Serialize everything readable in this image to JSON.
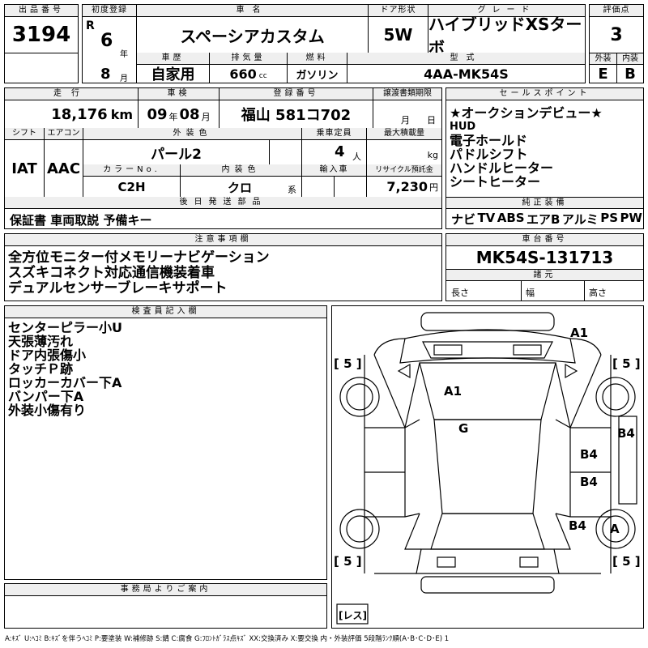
{
  "header": {
    "lot_label": "出品番号",
    "lot_no": "3194",
    "reg_label": "初度登録",
    "era": "R",
    "reg_year": "6",
    "year_unit": "年",
    "reg_month": "8",
    "month_unit": "月",
    "name_label": "車名",
    "name": "スペーシアカスタム",
    "door_label": "ドア形状",
    "door": "5W",
    "grade_label": "グレード",
    "grade": "ハイブリッドXSターボ",
    "score_label": "評価点",
    "score": "3",
    "hist_label": "車歴",
    "hist": "自家用",
    "disp_label": "排気量",
    "disp": "660",
    "disp_unit": "cc",
    "fuel_label": "燃料",
    "fuel": "ガソリン",
    "model_label": "型式",
    "model": "4AA-MK54S",
    "ext_label": "外装",
    "ext": "E",
    "int_label": "内装",
    "int": "B"
  },
  "row2": {
    "km_label": "走行",
    "km": "18,176",
    "km_unit": "km",
    "insp_label": "車検",
    "insp_y": "09",
    "insp_y_unit": "年",
    "insp_m": "08",
    "insp_m_unit": "月",
    "plate_label": "登録番号",
    "plate": "福山 581コ702",
    "transfer_label": "譲渡書類期限",
    "transfer_m": "月",
    "transfer_d": "日",
    "shift_label": "シフト",
    "shift": "IAT",
    "ac_label": "エアコン",
    "ac": "AAC",
    "color_label": "外装色",
    "color": "パール2",
    "cap_label": "乗車定員",
    "cap": "4",
    "cap_unit": "人",
    "load_label": "最大積載量",
    "load_unit": "kg",
    "colorno_label": "カラーNo.",
    "colorno": "C2H",
    "intcolor_label": "内装色",
    "intcolor": "クロ",
    "intcolor_unit": "系",
    "import_label": "輸入車",
    "recycle_label": "リサイクル預託金",
    "recycle": "7,230",
    "recycle_unit": "円",
    "parts_label": "後日発送部品",
    "parts": "保証書 車両取説 予備キー"
  },
  "sales": {
    "label": "セールスポイント",
    "items": [
      "★オークションデビュー★",
      "HUD",
      "電子ホールド",
      "パドルシフト",
      "ハンドルヒーター",
      "シートヒーター"
    ]
  },
  "equip": {
    "label": "純正装備",
    "items": [
      "ナビ",
      "TV",
      "ABS",
      "エアB",
      "アルミ",
      "PS",
      "PW"
    ]
  },
  "notes": {
    "label": "注意事項欄",
    "lines": [
      "全方位モニター付メモリーナビゲーション",
      "スズキコネクト対応通信機装着車",
      "デュアルセンサーブレーキサポート"
    ]
  },
  "chassis": {
    "label": "車台番号",
    "number": "MK54S-131713",
    "dims_label": "諸元",
    "len_label": "長さ",
    "width_label": "幅",
    "height_label": "高さ"
  },
  "inspector": {
    "label": "検査員記入欄",
    "lines": [
      "センターピラー小U",
      "天張薄汚れ",
      "ドア内張傷小",
      "タッチＰ跡",
      "ロッカーカバー下A",
      "バンパー下A",
      "外装小傷有り"
    ]
  },
  "diagram": {
    "marks": {
      "a1_top": "A1",
      "a1_roof": "A1",
      "g": "G",
      "b4_side": "B4",
      "b4_door1": "B4",
      "b4_door2": "B4",
      "b4_rear": "B4",
      "a_wheel": "A"
    },
    "tire_labels": [
      "[ 5 ]",
      "[ 5 ]",
      "[ 5 ]",
      "[ 5 ]"
    ],
    "spare": "[レス]"
  },
  "office": {
    "label": "事務局よりご案内"
  },
  "legend": "A:ｷｽﾞ U:ﾍｺﾐ B:ｷｽﾞを伴うﾍｺﾐ P:要塗装 W:補修跡 S:錆 C:腐食 G:ﾌﾛﾝﾄｶﾞﾗｽ点ｷｽﾞ XX:交換済み X:要交換 内・外装評価 5段階ﾗﾝｸ順(A･B･C･D･E) 1"
}
